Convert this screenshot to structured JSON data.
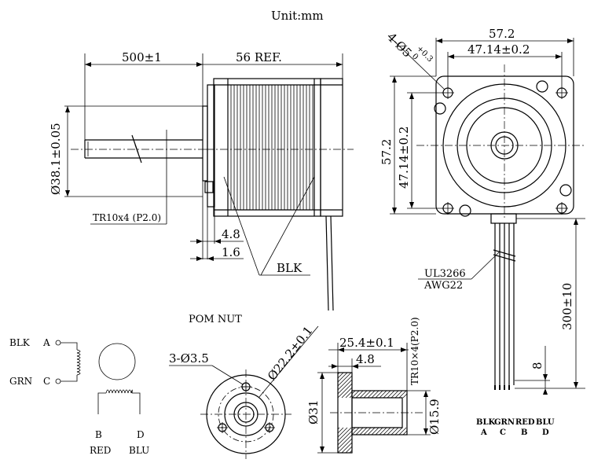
{
  "unit_label": "Unit:mm",
  "side_view": {
    "lead_length": "500±1",
    "body_length": "56 REF.",
    "pilot_diameter": "Ø38.1±0.05",
    "screw_spec": "TR10x4 (P2.0)",
    "flange_thickness": "4.8",
    "boss_height": "1.6",
    "housing_color_label": "BLK"
  },
  "front_view": {
    "mount_holes": "4-Ø5",
    "mount_holes_tol_upper": "+0.3",
    "mount_holes_tol_lower": "0",
    "width_overall": "57.2",
    "hole_spacing_h": "47.14±0.2",
    "height_overall": "57.2",
    "hole_spacing_v": "47.14±0.2",
    "cable_type": "UL3266",
    "cable_gauge": "AWG22",
    "cable_length": "300±10",
    "strip_length": "8",
    "wire_colors": [
      "BLK",
      "GRN",
      "RED",
      "BLU"
    ],
    "wire_phases": [
      "A",
      "C",
      "B",
      "D"
    ]
  },
  "nut": {
    "title": "POM NUT",
    "holes": "3-Ø3.5",
    "bolt_circle": "Ø22.2±0.1",
    "outer_diameter": "Ø31",
    "length": "25.4±0.1",
    "flange_thickness": "4.8",
    "thread": "TR10×4(P2.0)",
    "hub_diameter": "Ø15.9"
  },
  "wiring": {
    "wire_a_color": "BLK",
    "wire_a_phase": "A",
    "wire_c_color": "GRN",
    "wire_c_phase": "C",
    "wire_b_phase": "B",
    "wire_b_color": "RED",
    "wire_d_phase": "D",
    "wire_d_color": "BLU"
  }
}
